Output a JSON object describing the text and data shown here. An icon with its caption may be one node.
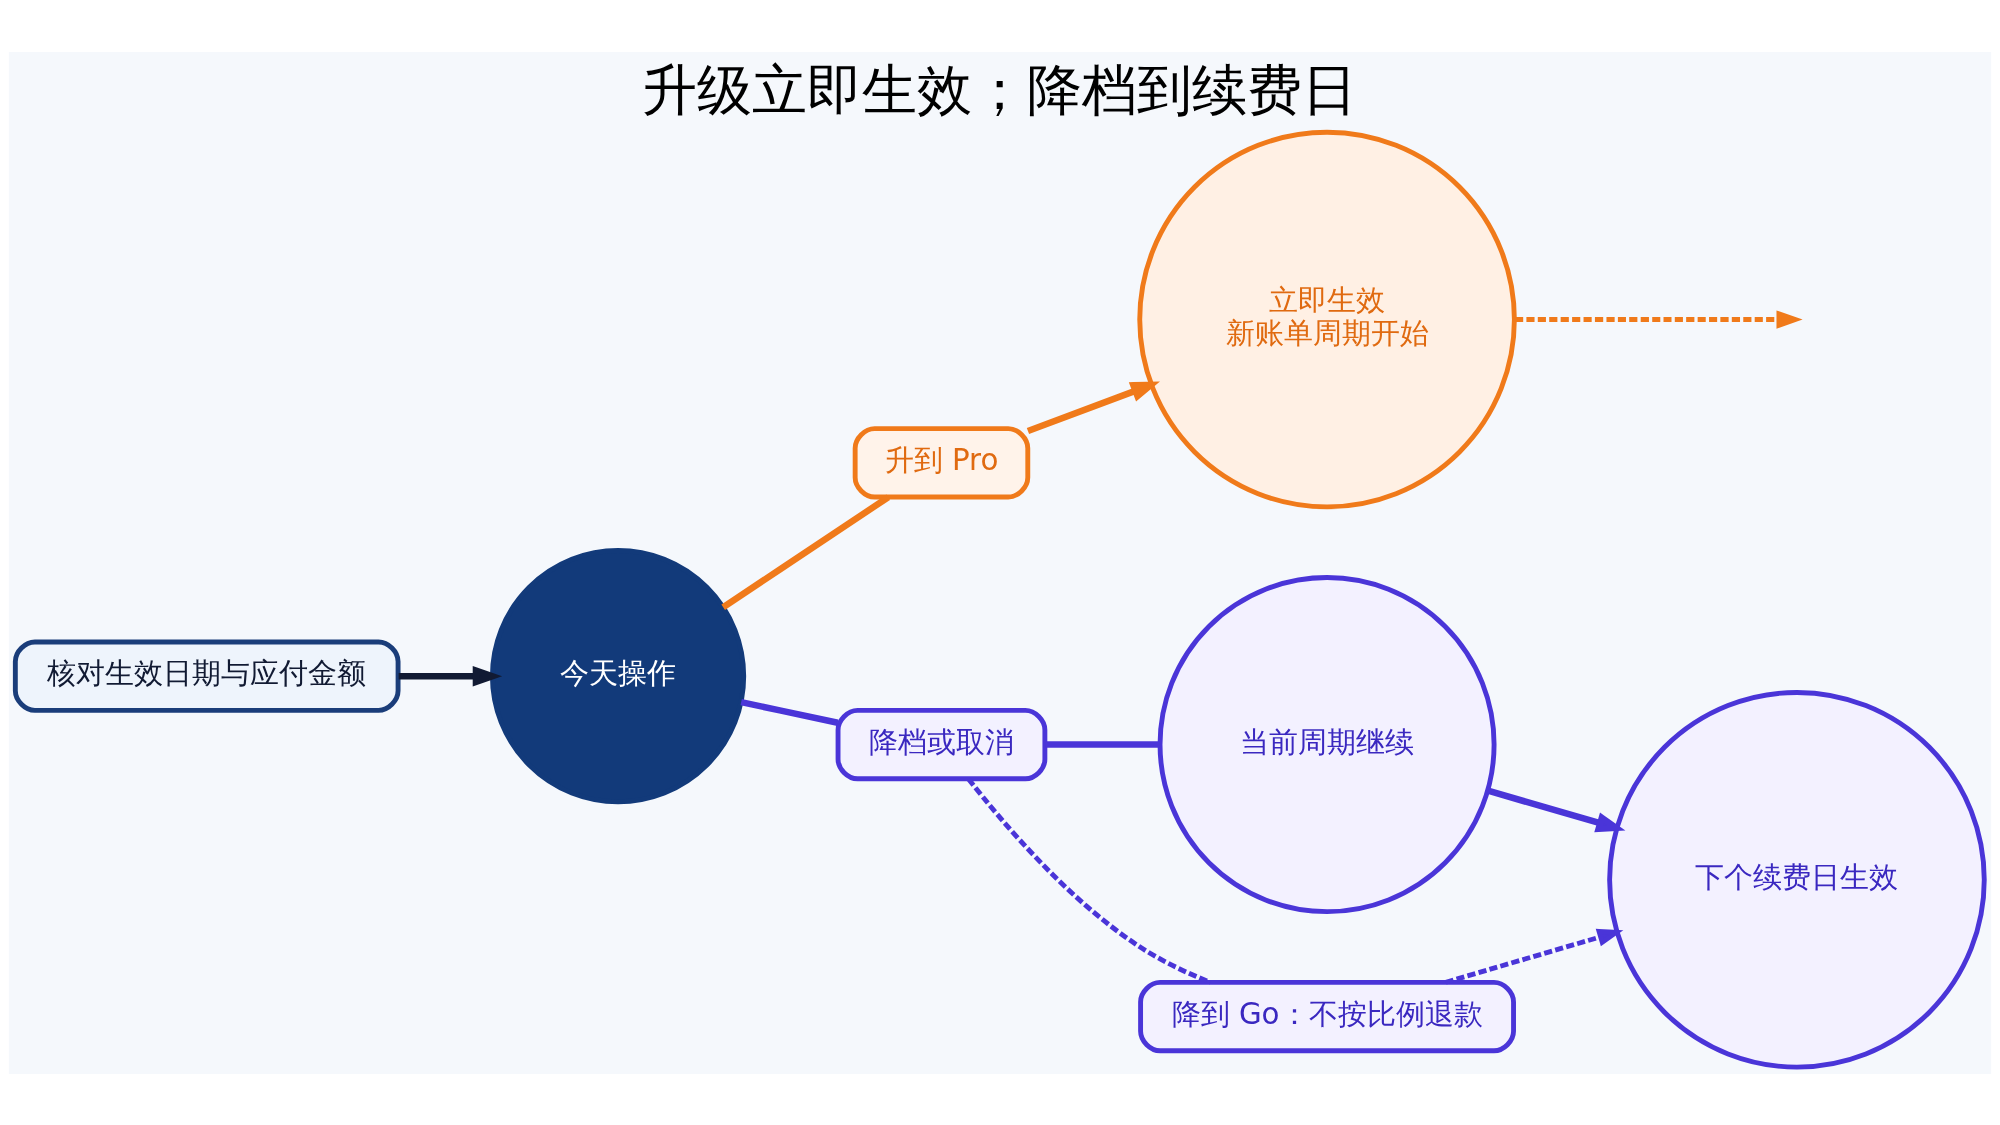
{
  "diagram": {
    "title": "升级立即生效；降档到续费日",
    "nodes": [
      {
        "text": [
          "核对生效日期与应付金额"
        ]
      },
      {
        "text": [
          "今天操作"
        ]
      },
      {
        "text": [
          "升到 Pro"
        ]
      },
      {
        "text": [
          "立即生效",
          "新账单周期开始"
        ]
      },
      {
        "text": [
          "降档或取消"
        ]
      },
      {
        "text": [
          "当前周期继续"
        ]
      },
      {
        "text": [
          "下个续费日生效"
        ]
      },
      {
        "text": [
          "降到 Go：不按比例退款"
        ]
      }
    ],
    "edges": [
      {
        "from": 0,
        "to": 1,
        "arrow": "to",
        "color": "#111a33"
      },
      {
        "from": 1,
        "to": 2,
        "arrow": "none",
        "color": "#f07a1a"
      },
      {
        "from": 2,
        "to": 3,
        "arrow": "to",
        "color": "#f07a1a"
      },
      {
        "from": 3,
        "to": null,
        "arrow": "to",
        "style": "dashed",
        "color": "#f07a1a"
      },
      {
        "from": 1,
        "to": 4,
        "arrow": "none",
        "color": "#4a35d8"
      },
      {
        "from": 4,
        "to": 5,
        "arrow": "none",
        "color": "#4a35d8"
      },
      {
        "from": 5,
        "to": 6,
        "arrow": "to",
        "color": "#4a35d8"
      },
      {
        "from": 4,
        "to": 7,
        "arrow": "none",
        "style": "dashed",
        "color": "#4a35d8"
      },
      {
        "from": 7,
        "to": 6,
        "arrow": "to",
        "style": "dashed",
        "color": "#4a35d8"
      }
    ]
  }
}
